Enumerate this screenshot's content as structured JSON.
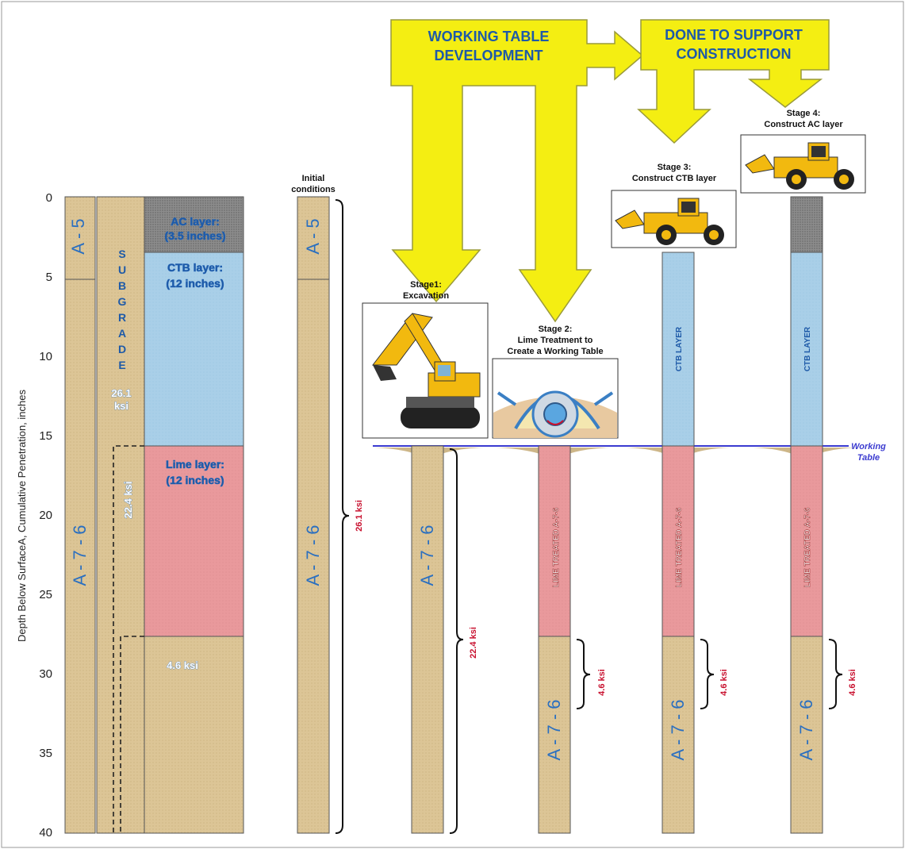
{
  "arrows": {
    "working_table": [
      "WORKING TABLE",
      "DEVELOPMENT"
    ],
    "support": [
      "DONE TO SUPPORT",
      "CONSTRUCTION"
    ]
  },
  "axis": {
    "ylabel": "Depth Below SurfaceA, Cumulative Penetration, inches",
    "ticks": [
      "0",
      "5",
      "10",
      "15",
      "20",
      "25",
      "30",
      "35",
      "40"
    ]
  },
  "profile": {
    "soil_top": "A - 5",
    "soil_bottom": "A - 7 - 6",
    "subgrade_letters": [
      "S",
      "U",
      "B",
      "G",
      "R",
      "A",
      "D",
      "E"
    ],
    "ksi_subgrade": [
      "26.1",
      "ksi"
    ],
    "ksi_mid": "22.4 ksi",
    "ksi_bottom": "4.6 ksi",
    "ac_layer": [
      "AC layer:",
      "(3.5 inches)"
    ],
    "ctb_layer": [
      "CTB layer:",
      "(12 inches)"
    ],
    "lime_layer": [
      "Lime layer:",
      "(12 inches)"
    ]
  },
  "stages": {
    "initial": {
      "label": [
        "Initial",
        "conditions"
      ],
      "soil_top": "A - 5",
      "soil_bottom": "A - 7 - 6",
      "ksi": "26.1 ksi"
    },
    "stage1": {
      "label": [
        "Stage1:",
        "Excavation"
      ],
      "soil": "A - 7 - 6",
      "ksi": "22.4 ksi"
    },
    "stage2": {
      "label": [
        "Stage 2:",
        "Lime Treatment to",
        "Create a Working Table"
      ],
      "lime": "LIME TREATED A-7-6",
      "soil": "A - 7 - 6",
      "ksi": "4.6 ksi"
    },
    "stage3": {
      "label": [
        "Stage 3:",
        "Construct  CTB layer"
      ],
      "ctb": "CTB LAYER",
      "lime": "LIME TREATED A-7-6",
      "soil": "A - 7 - 6",
      "ksi": "4.6 ksi"
    },
    "stage4": {
      "label": [
        "Stage 4:",
        "Construct  AC layer"
      ],
      "ctb": "CTB LAYER",
      "lime": "LIME TREATED A-7-6",
      "soil": "A - 7 - 6",
      "ksi": "4.6 ksi"
    }
  },
  "working_table_label": [
    "Working",
    "Table"
  ],
  "colors": {
    "soil": "#dcc596",
    "ctb": "#a9cfe8",
    "lime": "#e9999c",
    "ac": "#8c8c8c",
    "arrow": "#f4ee12",
    "working_line": "#3b3bd0",
    "ksi_red": "#c8102e",
    "label_blue": "#1e5aa8"
  }
}
